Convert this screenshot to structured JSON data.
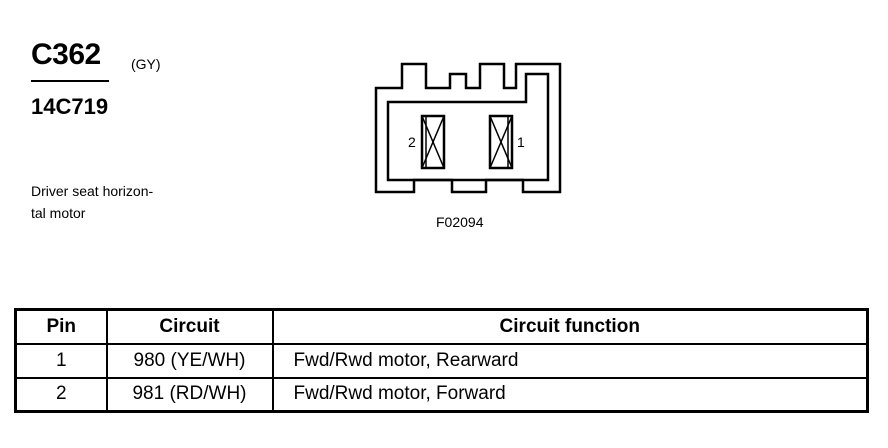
{
  "header": {
    "connector_id": "C362",
    "connector_color": "(GY)",
    "part_number": "14C719"
  },
  "description": {
    "line1": "Driver seat horizon-",
    "line2": "tal motor"
  },
  "diagram": {
    "pin_labels": [
      "2",
      "1"
    ],
    "figure_code": "F02094"
  },
  "table": {
    "headers": [
      "Pin",
      "Circuit",
      "Circuit function"
    ],
    "rows": [
      {
        "pin": "1",
        "circuit": "980 (YE/WH)",
        "function": "Fwd/Rwd motor, Rearward"
      },
      {
        "pin": "2",
        "circuit": "981 (RD/WH)",
        "function": "Fwd/Rwd motor, Forward"
      }
    ]
  }
}
